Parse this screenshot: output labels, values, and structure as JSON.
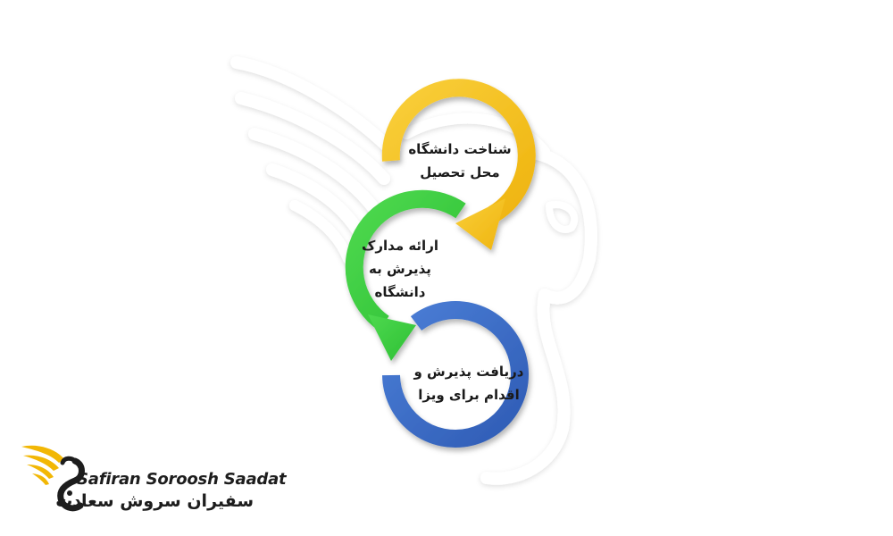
{
  "steps": [
    {
      "lines": [
        "شناخت دانشگاه",
        "محل تحصیل"
      ],
      "color": "#F4BE22"
    },
    {
      "lines": [
        "ارائه مدارک",
        "پذیرش به",
        "دانشگاه"
      ],
      "color": "#38CC3E"
    },
    {
      "lines": [
        "دریافت پذیرش و",
        "اقدام برای ویزا"
      ],
      "color": "#3C6CC8"
    }
  ],
  "logo": {
    "latin": "Safiran Soroosh Saadat",
    "persian": "سفیران سروش سعادت",
    "accent": "#F2B705"
  }
}
